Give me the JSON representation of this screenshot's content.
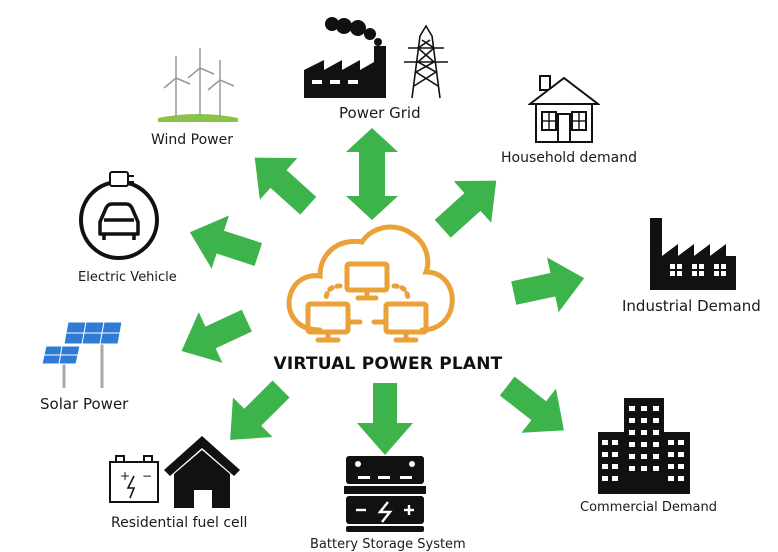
{
  "colors": {
    "arrow": "#3cb44b",
    "cloud": "#eaa238",
    "icon": "#111111",
    "grass": "#8bc34a",
    "solar": "#2f7bd6"
  },
  "center": {
    "title": "VIRTUAL POWER PLANT"
  },
  "nodes": {
    "wind": "Wind Power",
    "grid": "Power Grid",
    "household": "Household demand",
    "ev": "Electric Vehicle",
    "industrial": "Industrial Demand",
    "solar": "Solar Power",
    "fuelcell": "Residential fuel cell",
    "battery": "Battery Storage System",
    "commercial": "Commercial Demand"
  }
}
